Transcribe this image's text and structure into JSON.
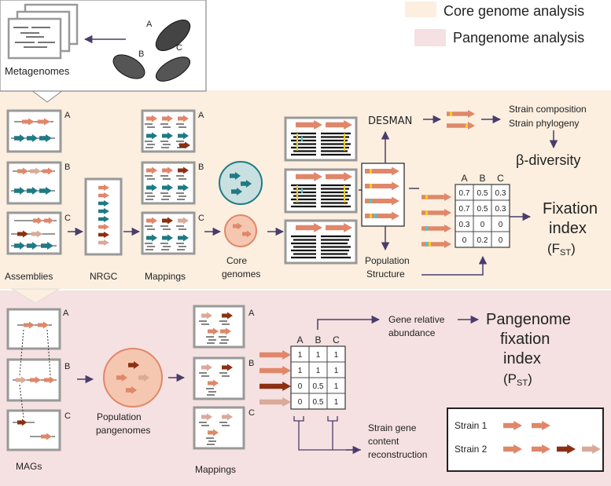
{
  "legend_top": {
    "core": "Core genome analysis",
    "pan": "Pangenome analysis"
  },
  "colors": {
    "core_bg": "#fcefe0",
    "pan_bg": "#f5e1e1",
    "arrow_salmon": "#e0876a",
    "arrow_dark": "#8b3012",
    "arrow_pale": "#d9aa9a",
    "arrow_teal": "#1f7a85",
    "flow": "#4a3d6b",
    "yellow": "#f0d020",
    "cyan": "#48c8d0"
  },
  "metagenomes": {
    "label": "Metagenomes",
    "mussel_labels": [
      "A",
      "B",
      "C"
    ]
  },
  "core": {
    "sample_labels": [
      "A",
      "B",
      "C"
    ],
    "assemblies": "Assemblies",
    "nrgc": "NRGC",
    "mappings": "Mappings",
    "core_genomes_1": "Core",
    "core_genomes_2": "genomes",
    "desman": "DESMAN",
    "strain_composition": "Strain composition",
    "strain_phylogeny": "Strain phylogeny",
    "beta_diversity": "β-diversity",
    "population_1": "Population",
    "population_2": "Structure",
    "fst_1": "Fixation",
    "fst_2": "index",
    "fst_3": "(F",
    "fst_sub": "ST",
    "fst_end": ")",
    "fst_matrix": {
      "headers": [
        "A",
        "B",
        "C"
      ],
      "rows": [
        [
          "0.7",
          "0.5",
          "0.3"
        ],
        [
          "0.7",
          "0.5",
          "0.3"
        ],
        [
          "0.3",
          "0",
          "0"
        ],
        [
          "0",
          "0.2",
          "0"
        ]
      ]
    }
  },
  "pan": {
    "sample_labels": [
      "A",
      "B",
      "C"
    ],
    "mags": "MAGs",
    "population_1": "Population",
    "population_2": "pangenomes",
    "mappings": "Mappings",
    "gene_rel_1": "Gene relative",
    "gene_rel_2": "abundance",
    "pst_1": "Pangenome",
    "pst_2": "fixation",
    "pst_3": "index",
    "pst_4": "(P",
    "pst_sub": "ST",
    "pst_end": ")",
    "strain_gene_1": "Strain gene",
    "strain_gene_2": "content",
    "strain_gene_3": "reconstruction",
    "pst_matrix": {
      "headers": [
        "A",
        "B",
        "C"
      ],
      "rows": [
        [
          "1",
          "1",
          "1"
        ],
        [
          "1",
          "1",
          "1"
        ],
        [
          "0",
          "0.5",
          "1"
        ],
        [
          "0",
          "0.5",
          "1"
        ]
      ]
    },
    "strain_legend": {
      "strain1": "Strain 1",
      "strain2": "Strain 2"
    }
  }
}
